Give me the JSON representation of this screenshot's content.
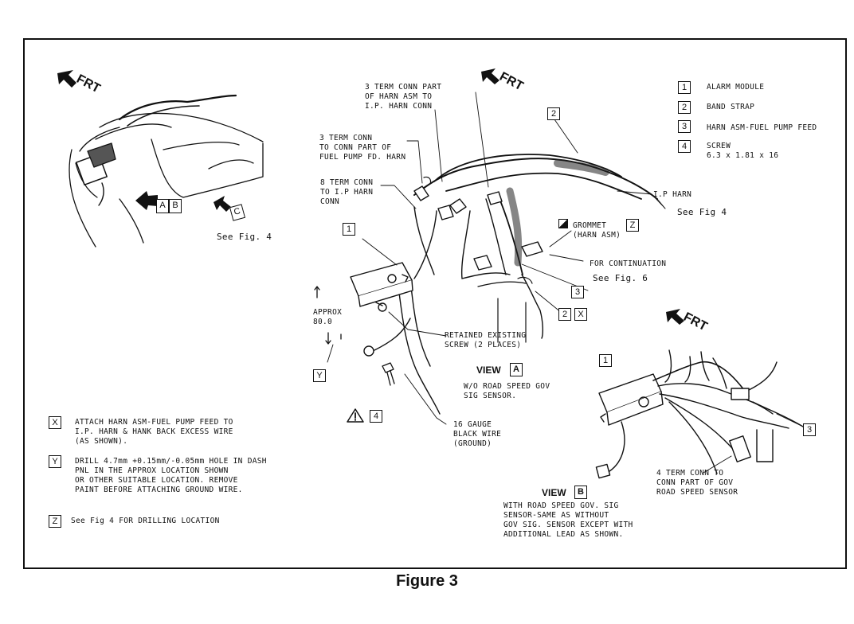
{
  "caption": "Figure 3",
  "frt": "FRT",
  "left_view": {
    "callout_a": "A",
    "callout_b": "B",
    "callout_c": "C",
    "see_fig": "See Fig. 4"
  },
  "top_labels": {
    "term3_part": "3 TERM CONN PART\nOF HARN ASM TO\nI.P. HARN CONN",
    "term3_conn": "3 TERM CONN\nTO CONN PART OF\nFUEL PUMP FD. HARN",
    "term8_conn": "8 TERM CONN\nTO I.P HARN\nCONN",
    "ip_harn": "I.P HARN",
    "see_fig4": "See Fig 4",
    "grommet": "GROMMET\n(HARN ASM)",
    "grommet_tag": "Z",
    "for_continuation": "FOR CONTINUATION",
    "see_fig6": "See Fig. 6",
    "approx": "APPROX\n80.0",
    "retained_screw": "RETAINED EXISTING\nSCREW (2 PLACES)",
    "gauge_wire": "16 GAUGE\nBLACK WIRE\n(GROUND)"
  },
  "legend": [
    {
      "num": "1",
      "label": "ALARM MODULE"
    },
    {
      "num": "2",
      "label": "BAND STRAP"
    },
    {
      "num": "3",
      "label": "HARN ASM-FUEL PUMP FEED"
    },
    {
      "num": "4",
      "label": "SCREW\n6.3 x 1.81 x 16"
    }
  ],
  "callouts": {
    "one": "1",
    "two": "2",
    "three": "3",
    "four": "4",
    "x": "X",
    "y": "Y"
  },
  "view_a": {
    "title": "VIEW",
    "tag": "A",
    "desc": "W/O ROAD SPEED GOV\nSIG SENSOR."
  },
  "view_b": {
    "title": "VIEW",
    "tag": "B",
    "desc": "WITH ROAD SPEED GOV. SIG\nSENSOR-SAME AS WITHOUT\nGOV SIG. SENSOR EXCEPT WITH\nADDITIONAL LEAD AS SHOWN.",
    "term4": "4 TERM CONN TO\nCONN PART OF GOV\nROAD SPEED SENSOR"
  },
  "notes": [
    {
      "tag": "X",
      "text": "ATTACH HARN ASM-FUEL PUMP FEED TO\nI.P. HARN & HANK BACK EXCESS WIRE\n(AS SHOWN)."
    },
    {
      "tag": "Y",
      "text": "DRILL 4.7mm +0.15mm/-0.05mm HOLE IN DASH\nPNL IN THE APPROX LOCATION SHOWN\nOR OTHER SUITABLE LOCATION. REMOVE\nPAINT BEFORE ATTACHING GROUND WIRE."
    },
    {
      "tag": "Z",
      "text": "See Fig 4 FOR DRILLING LOCATION"
    }
  ]
}
